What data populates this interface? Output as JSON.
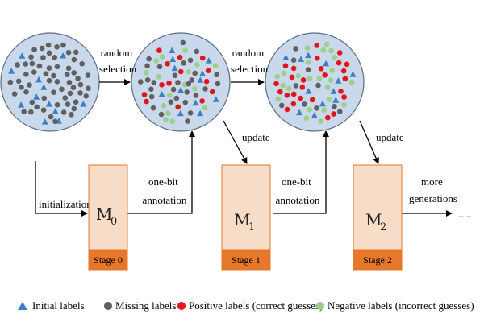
{
  "colors": {
    "pool_fill": "#c9d8ea",
    "pool_stroke": "#5a6b80",
    "initial": "#3b7fc4",
    "missing": "#606060",
    "positive": "#e3141a",
    "negative": "#9ccf8a",
    "model_fill": "#f7dcc8",
    "stage_fill": "#e7772a",
    "arrow": "#000000"
  },
  "arrows": {
    "random_selection_1": [
      "random",
      "selection"
    ],
    "random_selection_2": [
      "random",
      "selection"
    ],
    "initialization": "initialization",
    "one_bit_annotation_1": [
      "one-bit",
      "annotation"
    ],
    "one_bit_annotation_2": [
      "one-bit",
      "annotation"
    ],
    "update_1": "update",
    "update_2": "update",
    "more_generations": [
      "more",
      "generations"
    ],
    "ellipsis": "......"
  },
  "models": [
    {
      "symbol": "M",
      "sub": "0",
      "stage": "Stage 0"
    },
    {
      "symbol": "M",
      "sub": "1",
      "stage": "Stage 1"
    },
    {
      "symbol": "M",
      "sub": "2",
      "stage": "Stage 2"
    }
  ],
  "pools": [
    {
      "initial": 12,
      "missing": 60,
      "positive": 0,
      "negative": 0
    },
    {
      "initial": 12,
      "missing": 30,
      "positive": 14,
      "negative": 16
    },
    {
      "initial": 12,
      "missing": 10,
      "positive": 26,
      "negative": 24
    }
  ],
  "legend": [
    {
      "icon": "triangle",
      "label": "Initial labels"
    },
    {
      "icon": "missing",
      "label": "Missing labels"
    },
    {
      "icon": "positive",
      "label": "Positive labels (correct guesses)"
    },
    {
      "icon": "negative",
      "label": "Negative labels (incorrect guesses)"
    }
  ]
}
